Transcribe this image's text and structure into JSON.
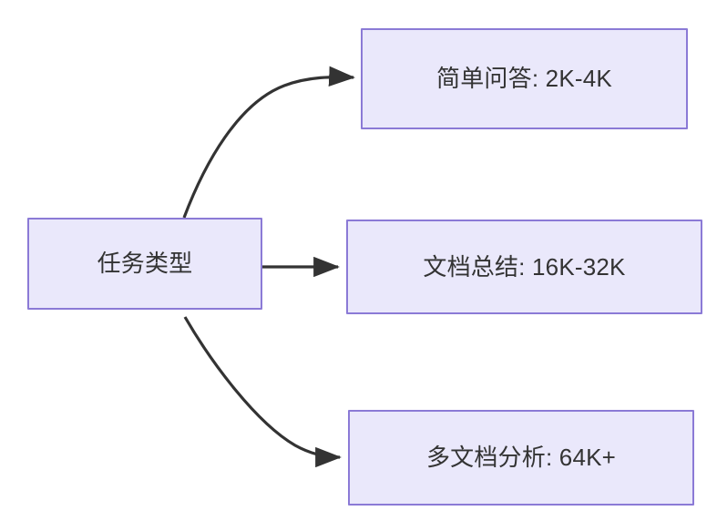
{
  "diagram": {
    "type": "flowchart",
    "direction": "left-to-right",
    "background_color": "#ffffff",
    "node_fill_color": "#eae8fb",
    "node_border_color": "#8b7ad6",
    "node_text_color": "#333333",
    "edge_color": "#333333",
    "nodes": [
      {
        "id": "root",
        "label": "任务类型",
        "role": "root"
      },
      {
        "id": "simple-qa",
        "label": "简单问答: 2K-4K",
        "role": "branch"
      },
      {
        "id": "doc-summary",
        "label": "文档总结: 16K-32K",
        "role": "branch"
      },
      {
        "id": "multi-doc",
        "label": "多文档分析: 64K+",
        "role": "branch"
      }
    ],
    "edges": [
      {
        "from": "root",
        "to": "simple-qa",
        "style": "curved",
        "arrow": "arrowhead-icon"
      },
      {
        "from": "root",
        "to": "doc-summary",
        "style": "straight",
        "arrow": "arrowhead-icon"
      },
      {
        "from": "root",
        "to": "multi-doc",
        "style": "curved",
        "arrow": "arrowhead-icon"
      }
    ]
  }
}
